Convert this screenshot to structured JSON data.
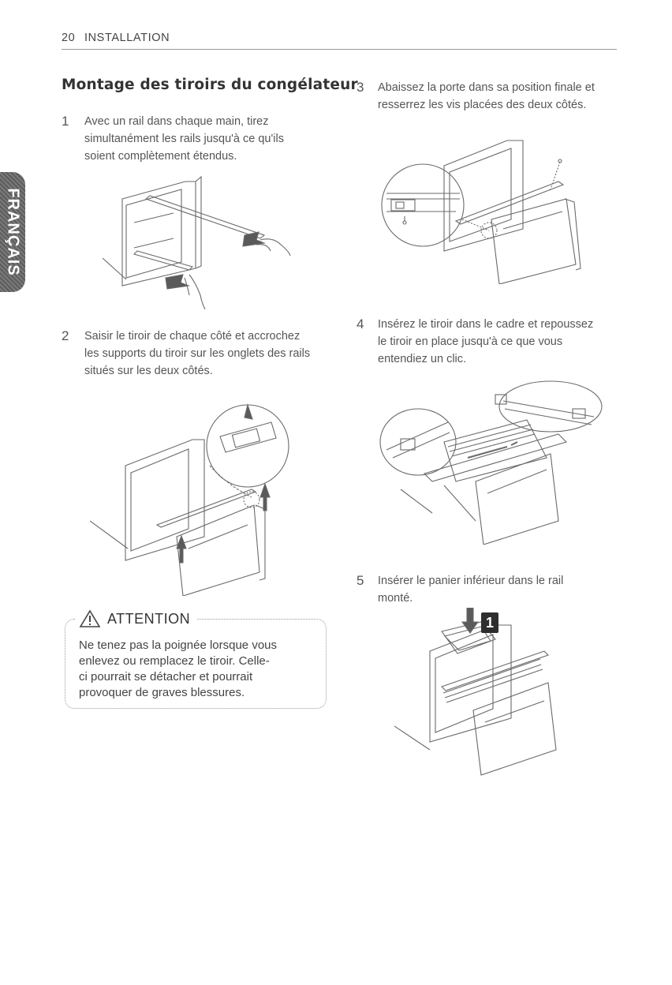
{
  "header": {
    "page_number": "20",
    "section": "INSTALLATION"
  },
  "side_tab": {
    "label": "FRANÇAIS"
  },
  "title": "Montage des tiroirs du congélateur",
  "steps": [
    {
      "number": "1",
      "lines": [
        "Avec un rail dans chaque main, tirez",
        "simultanément les rails jusqu'à ce qu'ils",
        "soient complètement étendus."
      ]
    },
    {
      "number": "2",
      "lines": [
        "Saisir le tiroir de chaque côté et accrochez",
        "les supports du tiroir sur les onglets des rails",
        "situés sur les deux côtés."
      ]
    },
    {
      "number": "3",
      "lines": [
        "Abaissez la porte dans sa position finale et",
        "resserrez les vis placées des deux côtés."
      ]
    },
    {
      "number": "4",
      "lines": [
        "Insérez le tiroir dans le cadre et repoussez",
        "le tiroir en place jusqu'à ce que vous",
        "entendiez un clic."
      ]
    },
    {
      "number": "5",
      "lines": [
        "Insérer le panier inférieur dans le rail",
        "monté."
      ]
    }
  ],
  "figure5_label": "1",
  "attention": {
    "title": "ATTENTION",
    "lines": [
      "Ne tenez pas la poignée lorsque vous",
      "enlevez ou remplacez le tiroir. Celle-",
      "ci pourrait se détacher et pourrait",
      "provoquer de graves blessures."
    ]
  },
  "colors": {
    "line": "#6a6a6a",
    "tab": "#6b6b6b",
    "text": "#444444"
  }
}
